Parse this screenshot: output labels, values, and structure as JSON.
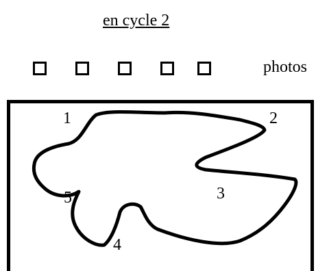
{
  "header": {
    "title": "en cycle 2"
  },
  "photos": {
    "checkbox_count": 5,
    "label": "photos"
  },
  "drawing": {
    "markers": [
      "1",
      "2",
      "3",
      "4",
      "5"
    ]
  }
}
